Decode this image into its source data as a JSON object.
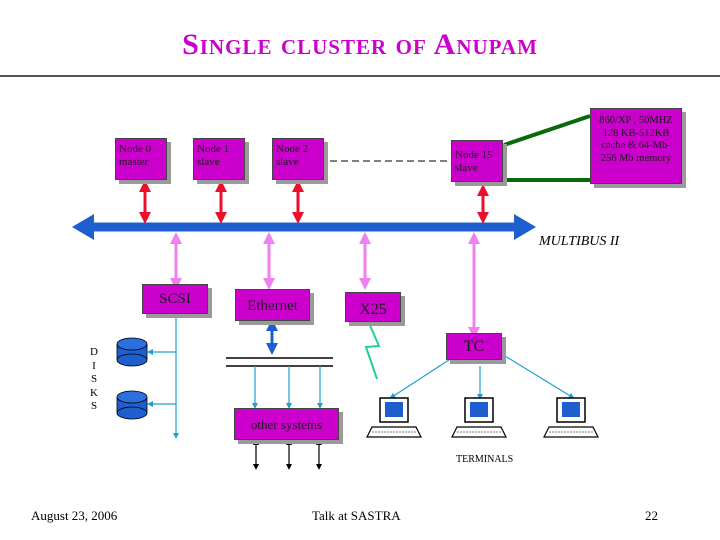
{
  "title": "Single cluster of Anupam",
  "nodes": [
    {
      "label": "Node 0\nmaster"
    },
    {
      "label": "Node 1\nslave"
    },
    {
      "label": "Node 2\nslave"
    },
    {
      "label": "Node 15\nslave"
    }
  ],
  "node_spec": "860/XP , 50MHZ\n128 KB-512KB\ncache & 64-Mb-\n256 Mb memory",
  "bus_label": "MULTIBUS II",
  "scsi_label": "SCSI",
  "ethernet_label": "Ethernet",
  "x25_label": "X25",
  "tc_label": "TC",
  "disks_label": [
    "D",
    "I",
    "S",
    "K",
    "S"
  ],
  "other_systems_label": "other systems",
  "terminals_label": "TERMINALS",
  "footer": {
    "date": "August 23, 2006",
    "talk": "Talk at SASTRA",
    "page": "22"
  },
  "colors": {
    "box_fill": "#cc00cc",
    "bus": "#1e5fd0",
    "red_link": "#e8102a",
    "pink_link": "#f080f0",
    "green_link": "#0a6a0a",
    "cyan_link": "#20a0d0",
    "x25_link": "#20d090"
  }
}
